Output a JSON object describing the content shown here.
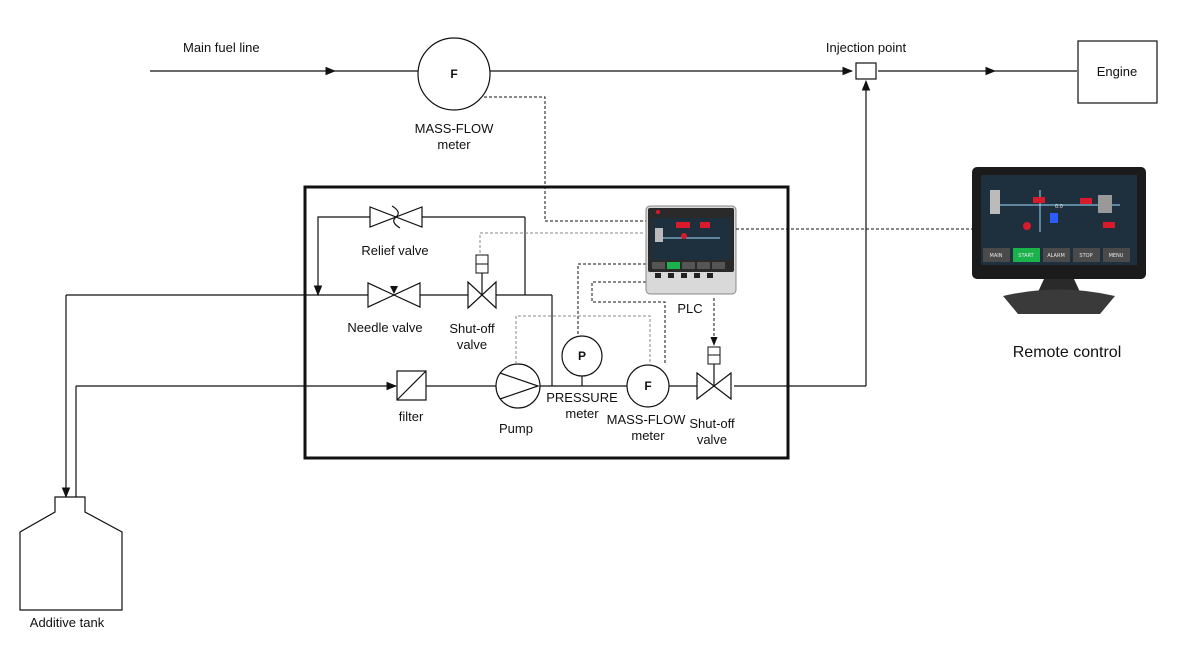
{
  "labels": {
    "main_fuel_line": "Main fuel line",
    "mass_flow_top_1": "MASS-FLOW",
    "mass_flow_top_2": "meter",
    "injection_point": "Injection point",
    "engine": "Engine",
    "relief_valve": "Relief valve",
    "needle_valve": "Needle valve",
    "shutoff_1a": "Shut-off",
    "shutoff_1b": "valve",
    "plc": "PLC",
    "remote_control": "Remote control",
    "filter": "filter",
    "pump": "Pump",
    "pressure_1": "PRESSURE",
    "pressure_2": "meter",
    "mass_flow_bot_1": "MASS-FLOW",
    "mass_flow_bot_2": "meter",
    "shutoff_2a": "Shut-off",
    "shutoff_2b": "valve",
    "additive_tank": "Additive tank"
  },
  "symbols": {
    "flow_top": "F",
    "flow_bottom": "F",
    "pressure": "P"
  },
  "hmi_buttons": [
    "MAIN",
    "START",
    "ALARM",
    "STOP",
    "MENU"
  ],
  "colors": {
    "line": "#111111",
    "hmi_screen": "#1e2f3d",
    "hmi_start_button": "#19b24b",
    "hmi_button": "#4a4a4a",
    "hmi_red_indicator": "#d81a2a",
    "monitor_bezel": "#1b1b1b",
    "monitor_stand": "#3a3a3a"
  },
  "icons": [
    "arrow-icon",
    "valve-icon",
    "pump-icon",
    "filter-icon",
    "monitor-icon",
    "plc-device-icon"
  ]
}
